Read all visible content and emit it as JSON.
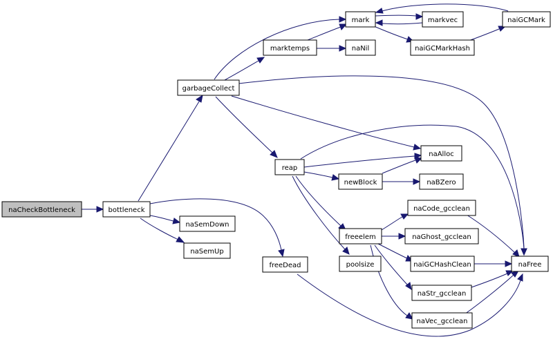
{
  "colors": {
    "edge": "#191970",
    "root_fill": "#bfbfbf",
    "node_fill": "#ffffff",
    "node_border": "#000000"
  },
  "nodes": {
    "naCheckBottleneck": "naCheckBottleneck",
    "bottleneck": "bottleneck",
    "garbageCollect": "garbageCollect",
    "naSemDown": "naSemDown",
    "naSemUp": "naSemUp",
    "freeDead": "freeDead",
    "marktemps": "marktemps",
    "mark": "mark",
    "markvec": "markvec",
    "naiGCMark": "naiGCMark",
    "naiGCMarkHash": "naiGCMarkHash",
    "naNil": "naNil",
    "reap": "reap",
    "naAlloc": "naAlloc",
    "newBlock": "newBlock",
    "naBZero": "naBZero",
    "freeelem": "freeelem",
    "poolsize": "poolsize",
    "naCode_gcclean": "naCode_gcclean",
    "naGhost_gcclean": "naGhost_gcclean",
    "naiGCHashClean": "naiGCHashClean",
    "naStr_gcclean": "naStr_gcclean",
    "naVec_gcclean": "naVec_gcclean",
    "naFree": "naFree"
  }
}
